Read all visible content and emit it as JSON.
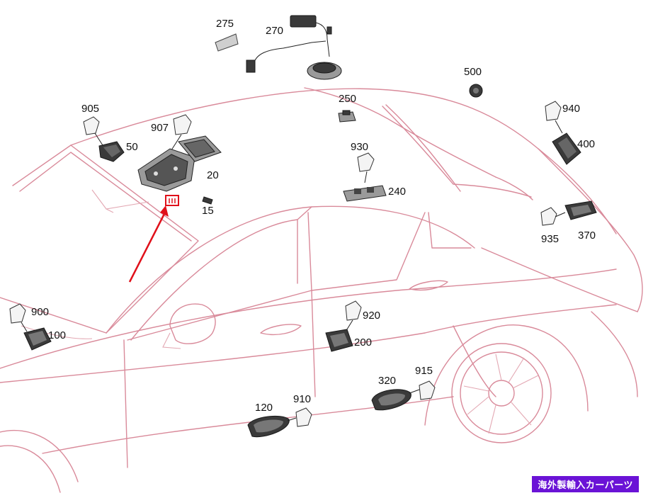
{
  "labels": {
    "p275": "275",
    "p270": "270",
    "p500": "500",
    "p250": "250",
    "p905": "905",
    "p907": "907",
    "p50": "50",
    "p20": "20",
    "p15": "15",
    "p940": "940",
    "p400": "400",
    "p930": "930",
    "p240": "240",
    "p935": "935",
    "p370": "370",
    "p900": "900",
    "p100": "100",
    "p920": "920",
    "p200": "200",
    "p320": "320",
    "p915": "915",
    "p120": "120",
    "p910": "910"
  },
  "watermark": "海外製輸入カーパーツ",
  "colors": {
    "car_outline": "#d98a9a",
    "highlight": "#e0101a",
    "watermark_bg": "#6a13d6"
  }
}
